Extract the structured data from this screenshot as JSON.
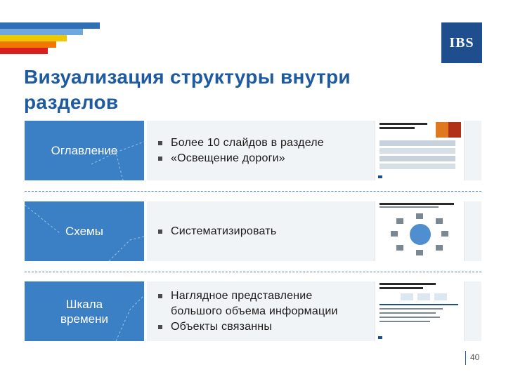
{
  "header": {
    "logo_text": "IBS",
    "stripe_colors": [
      "#2f6fb5",
      "#6fa8dc",
      "#f0c800",
      "#f07800",
      "#d92020"
    ]
  },
  "slide": {
    "title": "Визуализация структуры внутри разделов",
    "page_number": "40"
  },
  "rows": [
    {
      "label": "Оглавление",
      "bullets": [
        "Более 10 слайдов в разделе",
        "«Освещение дороги»"
      ]
    },
    {
      "label": "Схемы",
      "bullets": [
        "Систематизировать"
      ]
    },
    {
      "label": "Шкала времени",
      "bullets": [
        "Наглядное представление большого объема информации",
        "Объекты связанны"
      ]
    }
  ],
  "colors": {
    "accent": "#1e5aa0",
    "label_bg": "#3b7fc4"
  }
}
